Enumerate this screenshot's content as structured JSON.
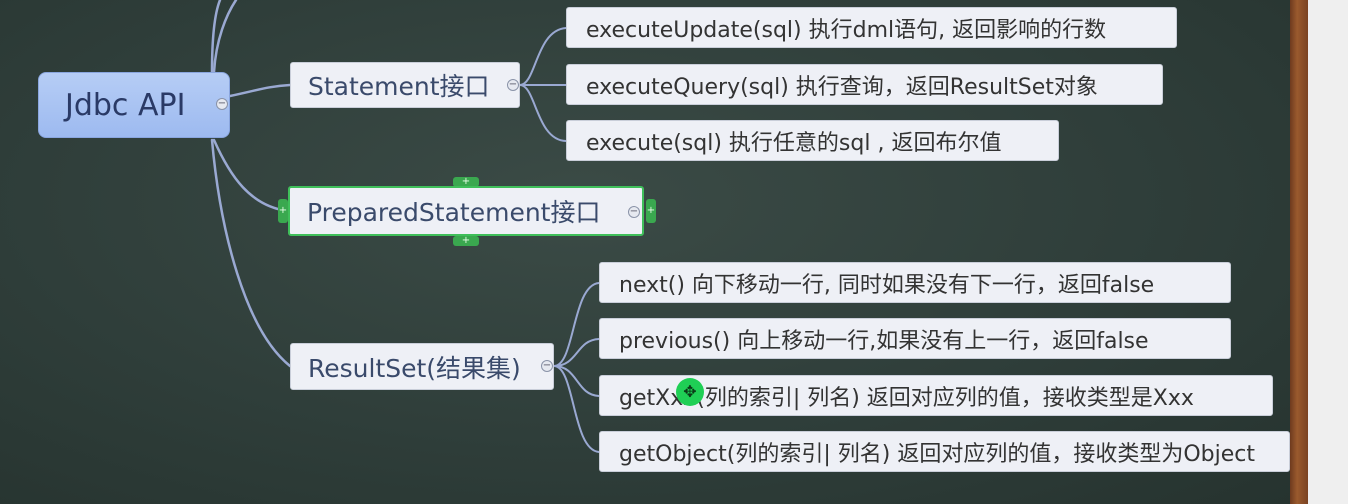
{
  "root": {
    "label": "Jdbc API"
  },
  "branches": [
    {
      "label": "Statement接口",
      "children": [
        "executeUpdate(sql) 执行dml语句, 返回影响的行数",
        "executeQuery(sql) 执行查询，返回ResultSet对象",
        "execute(sql) 执行任意的sql , 返回布尔值"
      ]
    },
    {
      "label": "PreparedStatement接口",
      "selected": true,
      "children": []
    },
    {
      "label": "ResultSet(结果集)",
      "children": [
        "next() 向下移动一行, 同时如果没有下一行，返回false",
        "previous() 向上移动一行,如果没有上一行，返回false",
        "getXxx(列的索引| 列名) 返回对应列的值，接收类型是Xxx",
        "getObject(列的索引| 列名) 返回对应列的值，接收类型为Object"
      ]
    }
  ],
  "icons": {
    "collapse": "minus-circle-icon",
    "add": "plus-handle-icon",
    "cursor": "move-cursor-icon"
  },
  "colors": {
    "board": "#2f3e3a",
    "wire": "#9aa9d2",
    "root": "#a9c4f5",
    "selection": "#3fbf5a"
  }
}
